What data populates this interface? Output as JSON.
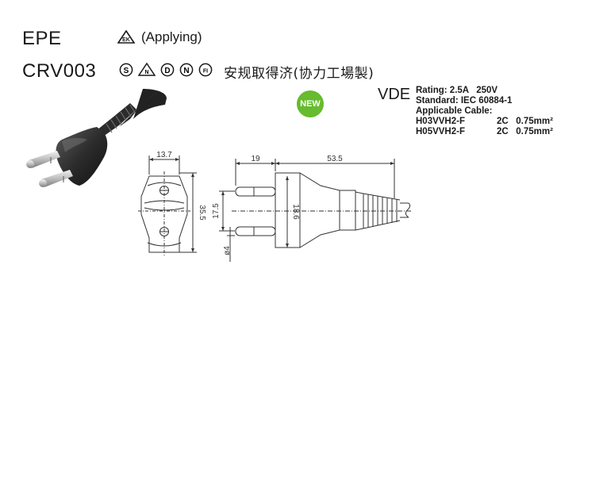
{
  "header": {
    "series_label": "EPE",
    "status_text": "(Applying)",
    "model": "CRV003",
    "cert_marks": [
      "S",
      "N",
      "D",
      "N",
      "FI"
    ],
    "cert_caption": "安规取得济(协力工場製)"
  },
  "badge": {
    "label": "NEW",
    "color": "#66bb2e"
  },
  "specs": {
    "approval": "VDE",
    "rating": "Rating: 2.5A   250V",
    "standard": "Standard: IEC 60884-1",
    "cable_heading": "Applicable Cable:",
    "cables": [
      {
        "type": "H03VVH2-F",
        "size": "2C   0.75mm²"
      },
      {
        "type": "H05VVH2-F",
        "size": "2C   0.75mm²"
      }
    ]
  },
  "drawing": {
    "front_width": "13.7",
    "front_height": "35.5",
    "side_pin_length": "19",
    "side_body_length": "53.5",
    "pin_spacing": "17.5",
    "body_height": "18.6",
    "pin_diameter": "ø4"
  }
}
